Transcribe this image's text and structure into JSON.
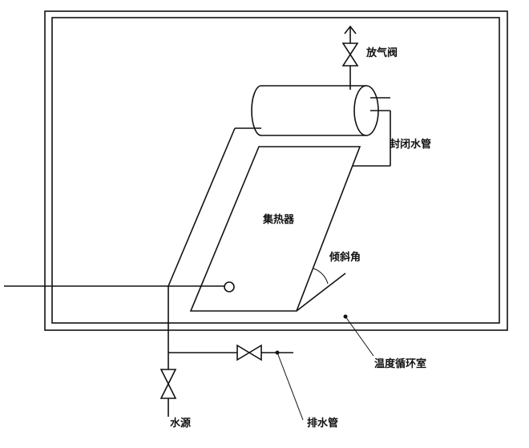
{
  "labels": {
    "vent_valve": "放气阀",
    "sealed_pipe": "封闭水管",
    "collector": "集热器",
    "tilt_angle": "倾斜角",
    "chamber": "温度循环室",
    "water_source": "水源",
    "drain_pipe": "排水管"
  }
}
